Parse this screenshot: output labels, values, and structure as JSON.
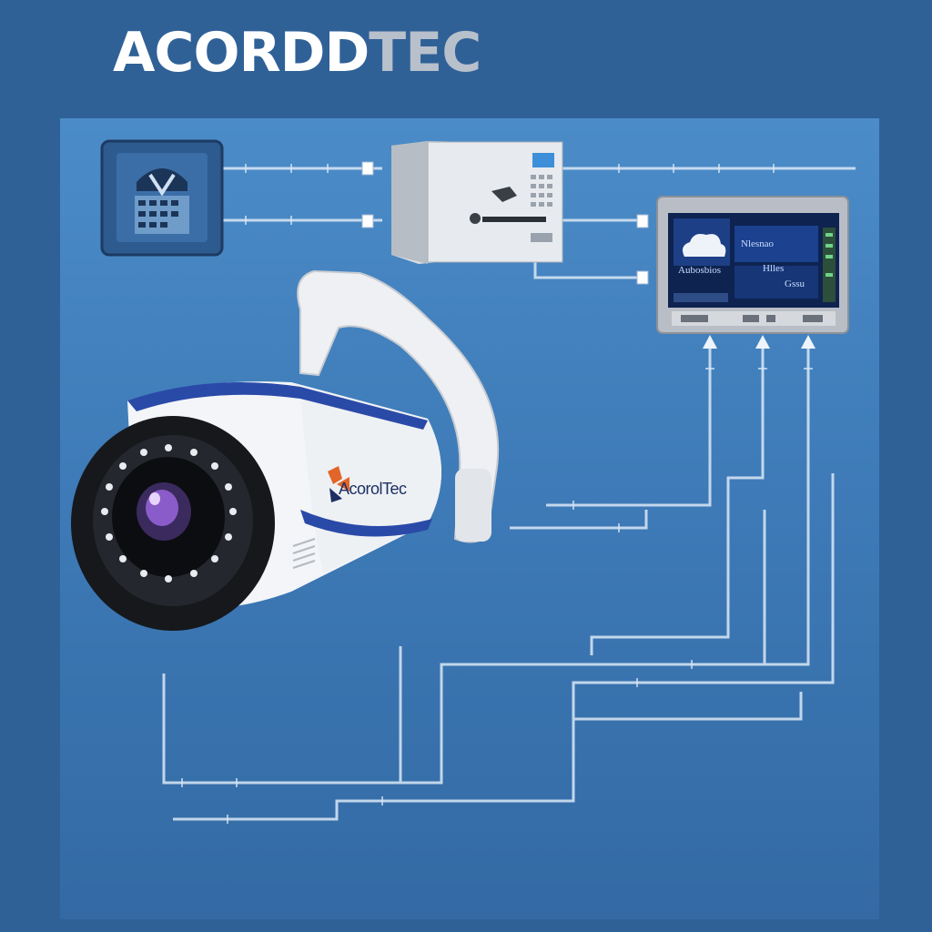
{
  "brand": {
    "part1": "ACORDD",
    "part2": "TEC"
  },
  "camera": {
    "label": "AcorolTec"
  },
  "monitor": {
    "line1": "Nlesnao",
    "line2": "Aubosbios",
    "line3": "Hlles",
    "line4": "Gssu"
  },
  "colors": {
    "background": "#2f6197",
    "panel": "#4b8cc8",
    "wire": "#dbe8f6",
    "camera_body": "#f2f4f7",
    "camera_accent": "#2a4aa8"
  }
}
